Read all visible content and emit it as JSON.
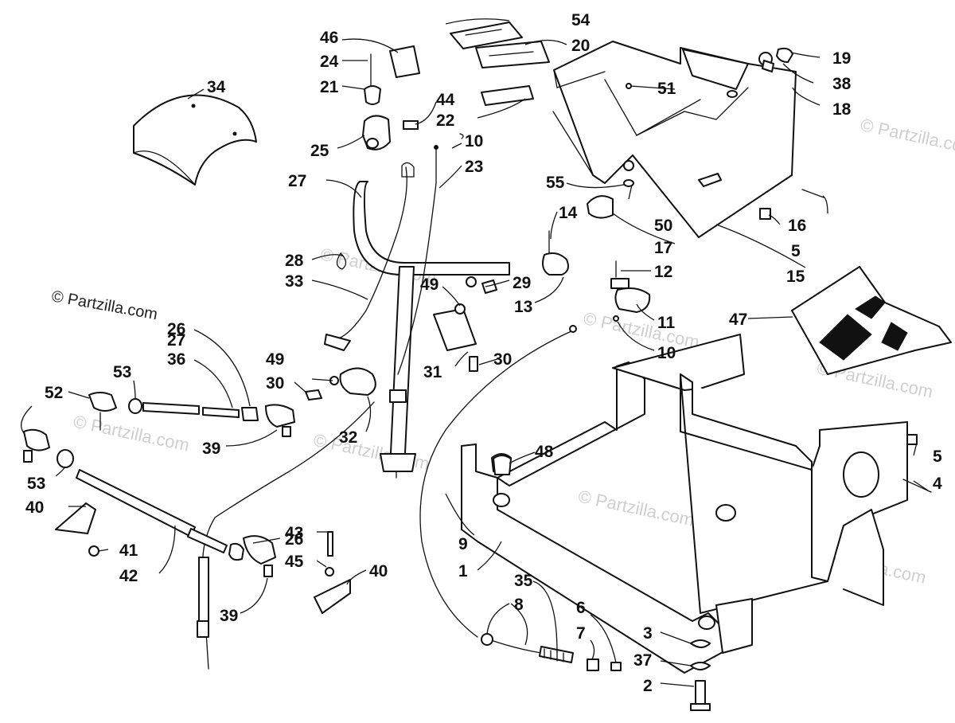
{
  "credit": "© Partzilla.com",
  "watermark": "© Partzilla.com",
  "callouts": [
    "1",
    "2",
    "3",
    "4",
    "5",
    "5",
    "6",
    "7",
    "8",
    "9",
    "10",
    "10",
    "11",
    "12",
    "13",
    "14",
    "15",
    "16",
    "17",
    "18",
    "19",
    "20",
    "21",
    "22",
    "23",
    "24",
    "25",
    "26",
    "26",
    "27",
    "27",
    "28",
    "29",
    "30",
    "30",
    "31",
    "32",
    "33",
    "34",
    "35",
    "36",
    "37",
    "38",
    "39",
    "39",
    "40",
    "40",
    "41",
    "42",
    "43",
    "44",
    "45",
    "46",
    "47",
    "48",
    "49",
    "49",
    "50",
    "51",
    "52",
    "53",
    "53",
    "54",
    "55"
  ]
}
